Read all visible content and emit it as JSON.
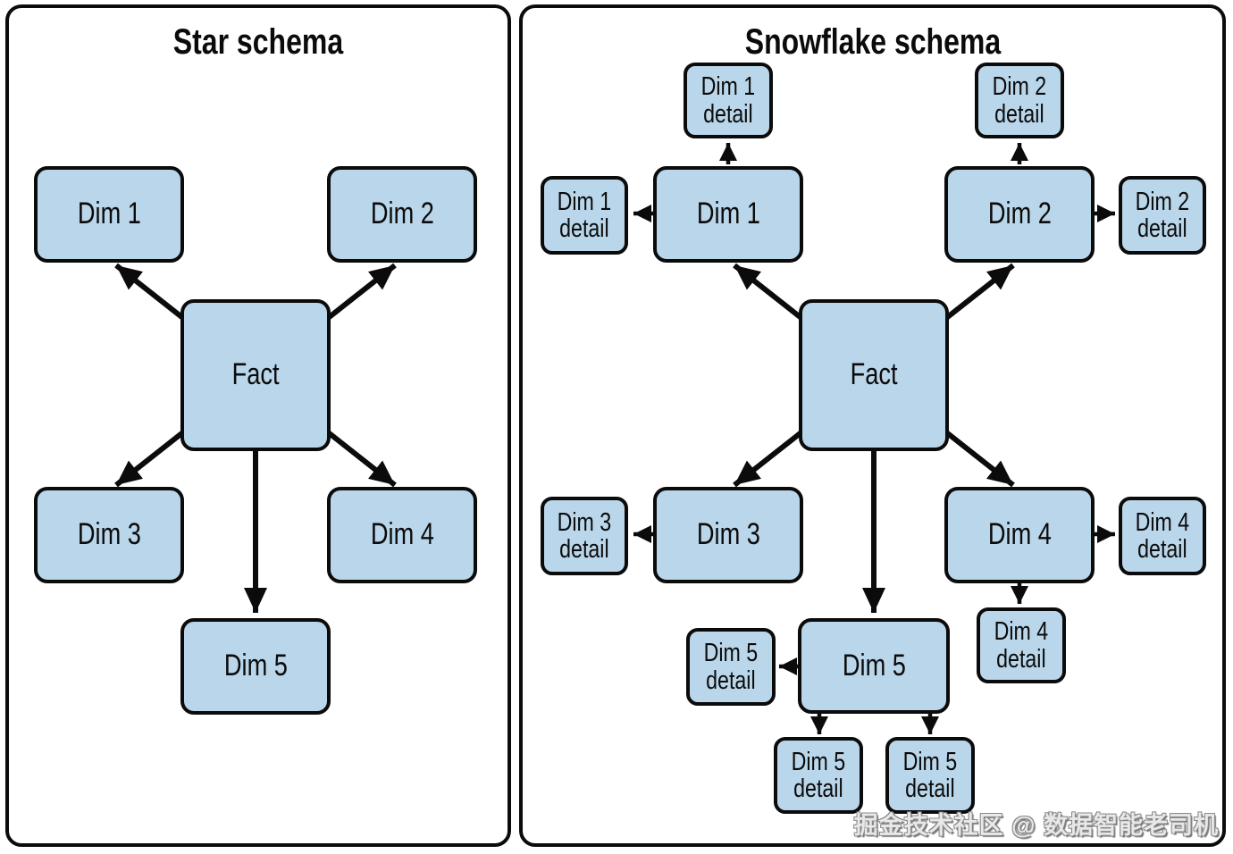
{
  "watermark": "掘金技术社区 @ 数据智能老司机",
  "colors": {
    "node_fill": "#BAD6EA",
    "node_border": "#0B0B0B",
    "arrow": "#0B0B0B",
    "panel_border": "#0B0B0B",
    "background": "#FFFFFF"
  },
  "star": {
    "title": "Star schema",
    "nodes": {
      "fact": "Fact",
      "dim1": "Dim 1",
      "dim2": "Dim 2",
      "dim3": "Dim 3",
      "dim4": "Dim 4",
      "dim5": "Dim 5"
    },
    "edges": [
      [
        "Fact",
        "Dim 1"
      ],
      [
        "Fact",
        "Dim 2"
      ],
      [
        "Fact",
        "Dim 3"
      ],
      [
        "Fact",
        "Dim 4"
      ],
      [
        "Fact",
        "Dim 5"
      ]
    ]
  },
  "snowflake": {
    "title": "Snowflake schema",
    "nodes": {
      "fact": "Fact",
      "dim1": "Dim 1",
      "dim2": "Dim 2",
      "dim3": "Dim 3",
      "dim4": "Dim 4",
      "dim5": "Dim 5",
      "dim1_detail_top": "Dim 1\ndetail",
      "dim1_detail_left": "Dim 1\ndetail",
      "dim2_detail_top": "Dim 2\ndetail",
      "dim2_detail_right": "Dim 2\ndetail",
      "dim3_detail_left": "Dim 3\ndetail",
      "dim4_detail_right": "Dim 4\ndetail",
      "dim4_detail_below": "Dim 4\ndetail",
      "dim5_detail_left": "Dim 5\ndetail",
      "dim5_detail_bottom_left": "Dim 5\ndetail",
      "dim5_detail_bottom_right": "Dim 5\ndetail"
    },
    "edges": [
      [
        "Fact",
        "Dim 1"
      ],
      [
        "Fact",
        "Dim 2"
      ],
      [
        "Fact",
        "Dim 3"
      ],
      [
        "Fact",
        "Dim 4"
      ],
      [
        "Fact",
        "Dim 5"
      ],
      [
        "Dim 1",
        "Dim 1 detail (top)"
      ],
      [
        "Dim 1",
        "Dim 1 detail (left)"
      ],
      [
        "Dim 2",
        "Dim 2 detail (top)"
      ],
      [
        "Dim 2",
        "Dim 2 detail (right)"
      ],
      [
        "Dim 3",
        "Dim 3 detail (left)"
      ],
      [
        "Dim 4",
        "Dim 4 detail (right)"
      ],
      [
        "Dim 4",
        "Dim 4 detail (below)"
      ],
      [
        "Dim 5",
        "Dim 5 detail (left)"
      ],
      [
        "Dim 5",
        "Dim 5 detail (bottom left)"
      ],
      [
        "Dim 5",
        "Dim 5 detail (bottom right)"
      ]
    ]
  }
}
